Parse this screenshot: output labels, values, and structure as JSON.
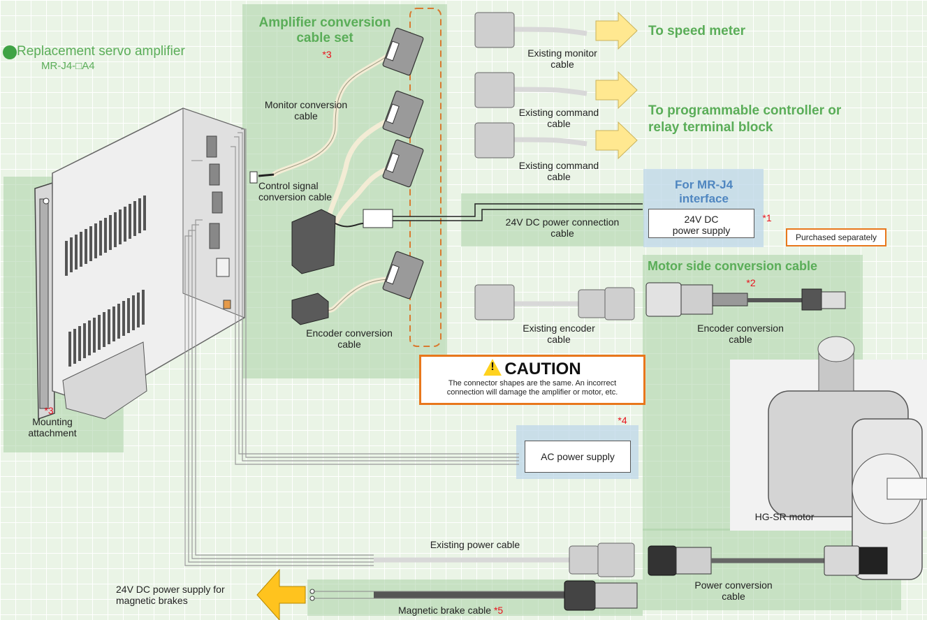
{
  "amplifier": {
    "title": "Replacement servo amplifier",
    "model": "MR-J4-□A4",
    "bullet_color": "#3fa345"
  },
  "mounting": {
    "note": "*3",
    "label_line1": "Mounting",
    "label_line2": "attachment"
  },
  "amp_set": {
    "title_line1": "Amplifier conversion",
    "title_line2": "cable set",
    "note": "*3",
    "monitor_cable": [
      "Monitor conversion",
      "cable"
    ],
    "control_cable": [
      "Control signal",
      "conversion cable"
    ],
    "encoder_cable": [
      "Encoder conversion",
      "cable"
    ]
  },
  "existing": {
    "monitor": [
      "Existing monitor",
      "cable"
    ],
    "command1": [
      "Existing command",
      "cable"
    ],
    "command2": [
      "Existing command",
      "cable"
    ],
    "encoder": [
      "Existing encoder",
      "cable"
    ],
    "power": "Existing power cable"
  },
  "destinations": {
    "speed_meter": "To speed meter",
    "plc_line1": "To programmable controller or",
    "plc_line2": "relay terminal block"
  },
  "mrj4_interface": {
    "title_line1": "For MR-J4",
    "title_line2": "interface",
    "supply_line1": "24V DC",
    "supply_line2": "power supply",
    "note": "*1",
    "purchased": "Purchased separately"
  },
  "power_connection": [
    "24V DC power connection",
    "cable"
  ],
  "motor_side": {
    "title": "Motor side conversion cable",
    "note": "*2",
    "encoder_cable": [
      "Encoder conversion",
      "cable"
    ],
    "power_cable": [
      "Power conversion",
      "cable"
    ],
    "motor": "HG-SR motor"
  },
  "caution": {
    "title": "CAUTION",
    "line1": "The connector shapes are the same. An incorrect",
    "line2": "connection will damage the amplifier or motor, etc."
  },
  "ac_power": {
    "note": "*4",
    "label": "AC power supply"
  },
  "brake": {
    "supply_line1": "24V DC power supply for",
    "supply_line2": "magnetic brakes",
    "cable": "Magnetic brake cable",
    "note": "*5"
  },
  "colors": {
    "green_text": "#5aad58",
    "blue_text": "#4f86c0",
    "orange_border": "#e8771c",
    "arrow_fill": "#ffe890",
    "brake_arrow_fill": "#ffc31e",
    "note_red": "#e8121c"
  }
}
